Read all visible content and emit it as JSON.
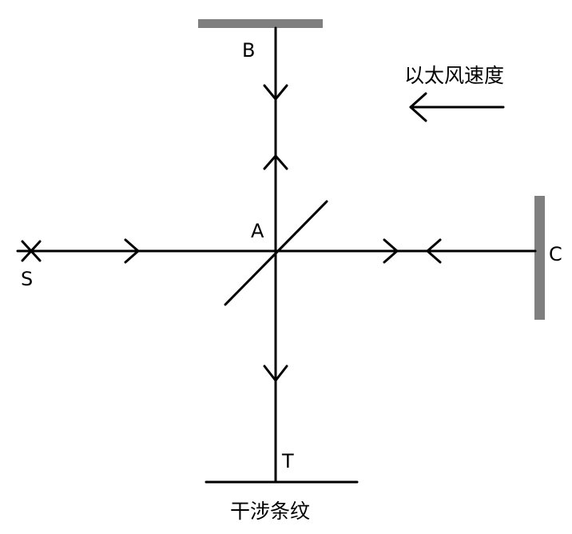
{
  "labels": {
    "source": "S",
    "splitter": "A",
    "mirror_top": "B",
    "mirror_right": "C",
    "detector": "T"
  },
  "annotations": {
    "ether_wind": "以太风速度",
    "fringes": "干涉条纹"
  },
  "colors": {
    "line": "#000000",
    "mirror": "#7f7f7f"
  }
}
